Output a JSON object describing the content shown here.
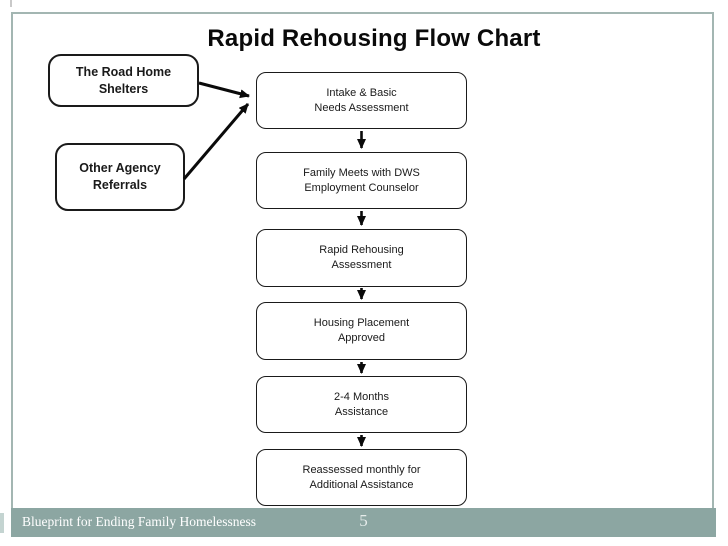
{
  "title": "Rapid Rehousing Flow Chart",
  "sources": [
    {
      "line1": "The Road Home",
      "line2": "Shelters"
    },
    {
      "line1": "Other Agency",
      "line2": "Referrals"
    }
  ],
  "steps": [
    {
      "line1": "Intake & Basic",
      "line2": "Needs Assessment"
    },
    {
      "line1": "Family Meets with DWS",
      "line2": "Employment Counselor"
    },
    {
      "line1": "Rapid Rehousing",
      "line2": "Assessment"
    },
    {
      "line1": "Housing Placement",
      "line2": "Approved"
    },
    {
      "line1": "2-4 Months",
      "line2": "Assistance"
    },
    {
      "line1": "Reassessed monthly for",
      "line2": "Additional Assistance"
    }
  ],
  "footer": {
    "text": "Blueprint for Ending Family Homelessness",
    "page_number": "5"
  },
  "colors": {
    "footer_bar": "#8CA6A2",
    "slide_border": "#A3B6B2",
    "title_text": "#0A0A0A",
    "box_border": "#1A1A1A",
    "footer_text": "#FFFFFF"
  }
}
